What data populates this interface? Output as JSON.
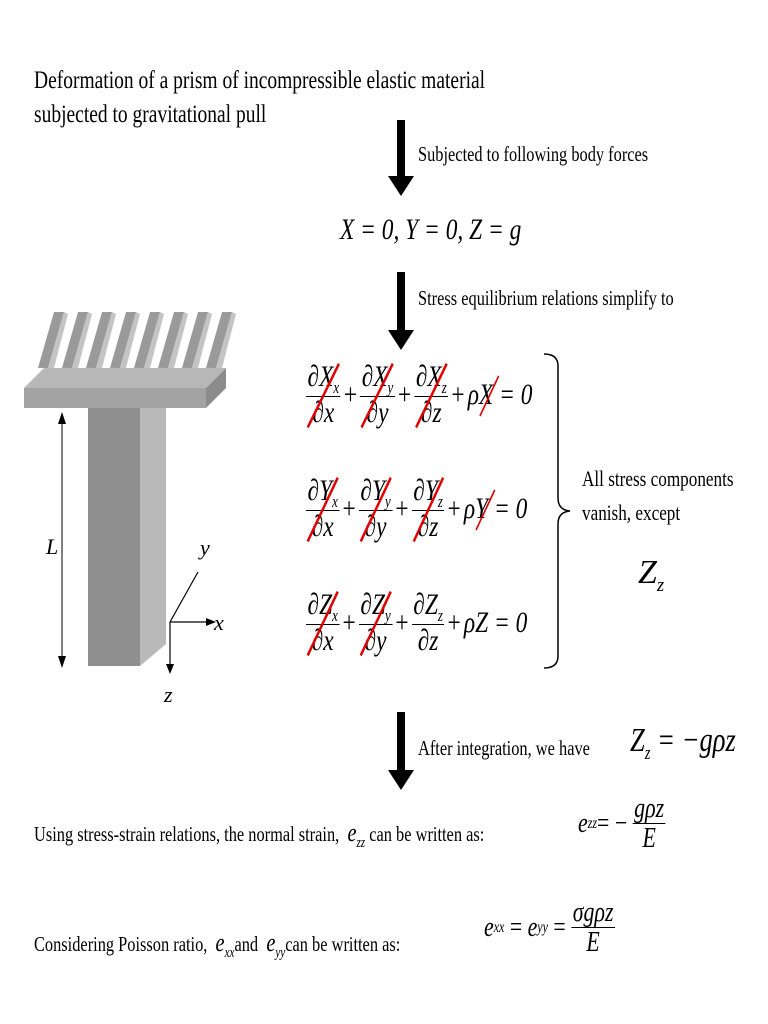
{
  "title_lines": [
    "Deformation of a prism of incompressible elastic material",
    "subjected to gravitational pull"
  ],
  "steps": {
    "body_forces": "Subjected to following body forces",
    "equilibrium": "Stress equilibrium relations simplify to",
    "integration": "After integration, we have"
  },
  "body_force_eq": "X = 0,   Y = 0,   Z = g",
  "equilibrium_equations": [
    {
      "terms": [
        [
          "∂X",
          "x",
          "∂x"
        ],
        [
          "∂X",
          "y",
          "∂y"
        ],
        [
          "∂X",
          "z",
          "∂z"
        ]
      ],
      "body_term": "ρX = 0",
      "crossed": [
        true,
        true,
        true,
        true
      ]
    },
    {
      "terms": [
        [
          "∂Y",
          "x",
          "∂x"
        ],
        [
          "∂Y",
          "y",
          "∂y"
        ],
        [
          "∂Y",
          "z",
          "∂z"
        ]
      ],
      "body_term": "ρY = 0",
      "crossed": [
        true,
        true,
        true,
        true
      ]
    },
    {
      "terms": [
        [
          "∂Z",
          "x",
          "∂x"
        ],
        [
          "∂Z",
          "y",
          "∂y"
        ],
        [
          "∂Z",
          "z",
          "∂z"
        ]
      ],
      "body_term": "ρZ = 0",
      "crossed": [
        true,
        true,
        false,
        false
      ]
    }
  ],
  "note": {
    "line1": "All  stress  components",
    "line2": "vanish, except",
    "symbol": "Z",
    "symbol_sub": "z"
  },
  "figure": {
    "length_label": "L",
    "axis_x": "x",
    "axis_y": "y",
    "axis_z": "z"
  },
  "integration_result": "Z",
  "integration_result_sub": "z",
  "integration_result_rhs": " = −gρz",
  "strain": {
    "text": "Using stress-strain relations, the normal strain,",
    "symbol": "e",
    "symbol_sub": "zz",
    "text2": "can be written as:",
    "lhs": "e",
    "lhs_sub": "zz",
    "eq_mid": " = −",
    "numerator": "gρz",
    "denominator": "E"
  },
  "poisson": {
    "text": "Considering Poisson ratio,",
    "sym1": "e",
    "sym1_sub": "xx",
    "and": "and",
    "sym2": "e",
    "sym2_sub": "yy",
    "text2": "can be written as:",
    "lhs1": "e",
    "lhs1_sub": "xx",
    "lhs2": "e",
    "lhs2_sub": "yy",
    "numerator": "σgρz",
    "denominator": "E"
  }
}
